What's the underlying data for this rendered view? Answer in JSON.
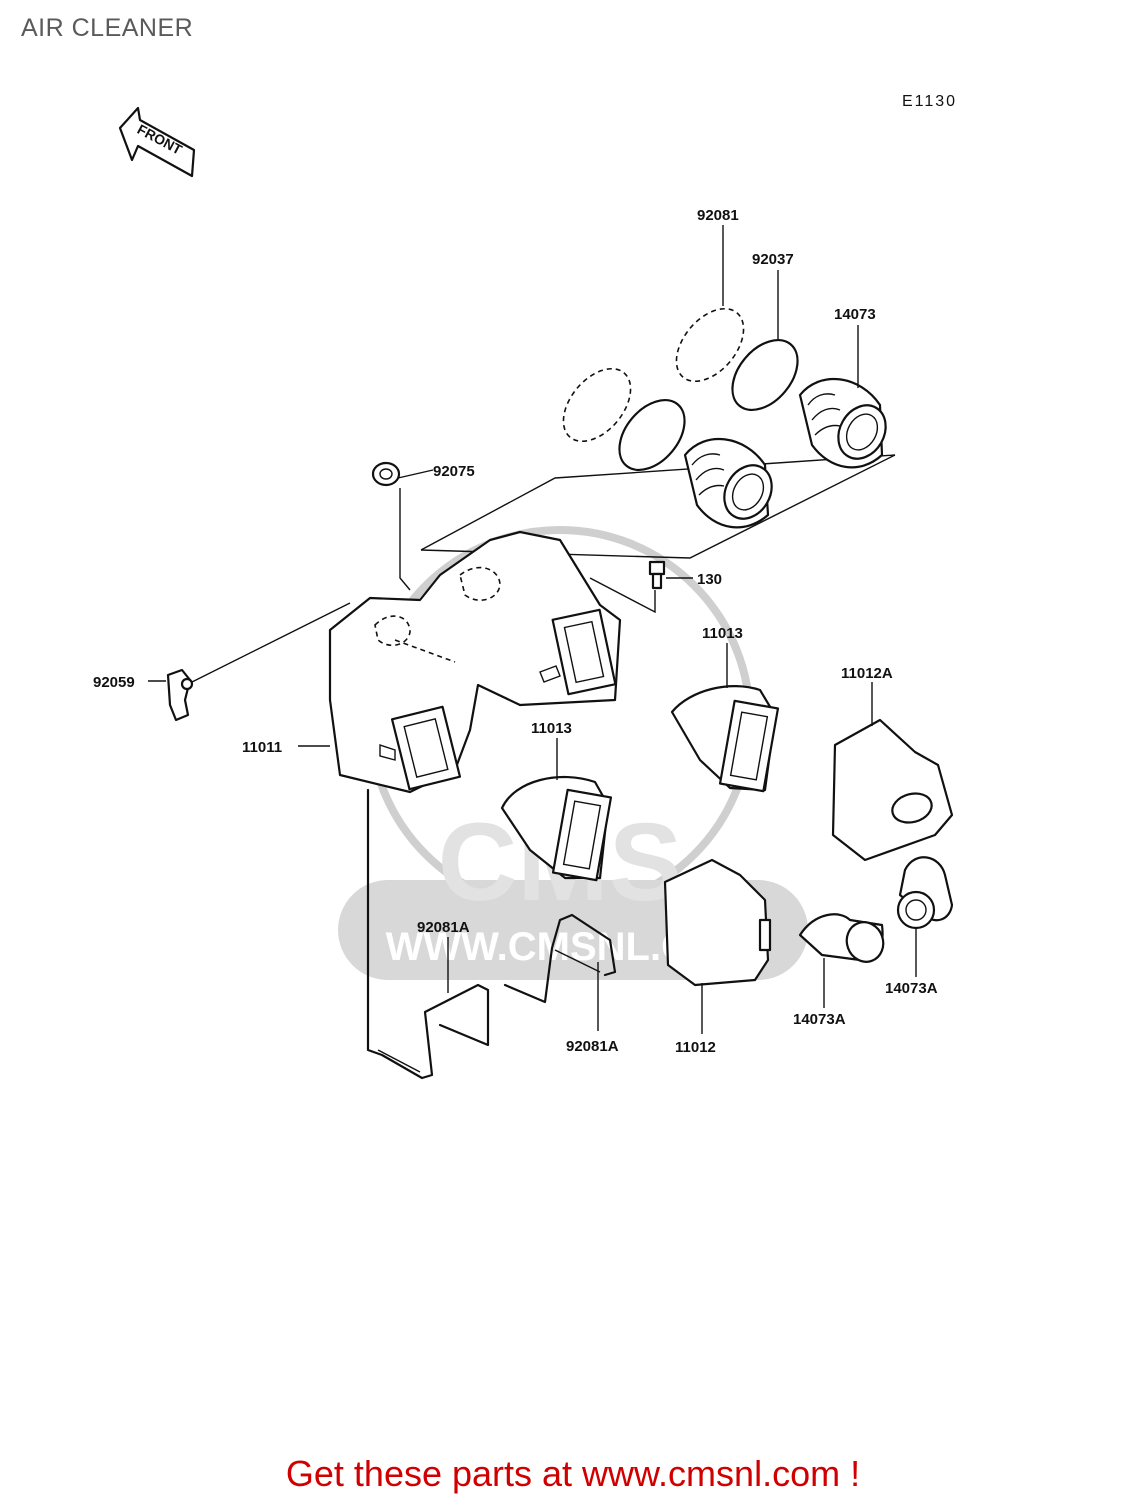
{
  "title": "AIR CLEANER",
  "diagram_code": "E1130",
  "front_arrow_label": "FRONT",
  "footer_text": "Get these parts at www.cmsnl.com !",
  "watermark": {
    "brand": "CMS",
    "url": "WWW.CMSNL.COM"
  },
  "colors": {
    "footer": "#d10000",
    "title": "#5a5a5a",
    "watermark": "#d8d8d8"
  },
  "parts": {
    "p92081": "92081",
    "p92037": "92037",
    "p14073": "14073",
    "p92075": "92075",
    "p130": "130",
    "p11013_upper": "11013",
    "p11012A": "11012A",
    "p92059": "92059",
    "p11011": "11011",
    "p11013_lower": "11013",
    "p92081A_left": "92081A",
    "p92081A_right": "92081A",
    "p11012": "11012",
    "p14073A_lower": "14073A",
    "p14073A_right": "14073A"
  }
}
